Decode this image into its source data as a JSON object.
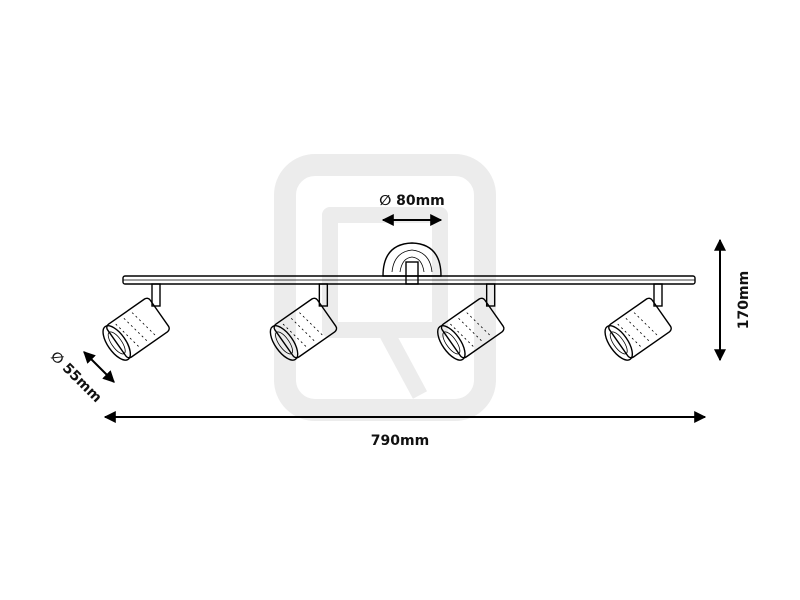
{
  "dimensions": {
    "canopy_diameter": "∅ 80mm",
    "height": "170mm",
    "length": "790mm",
    "spot_diameter": "∅ 55mm"
  },
  "spot_count": 4,
  "colors": {
    "line": "#000000",
    "watermark": "#e6e6e6",
    "background": "#ffffff"
  }
}
